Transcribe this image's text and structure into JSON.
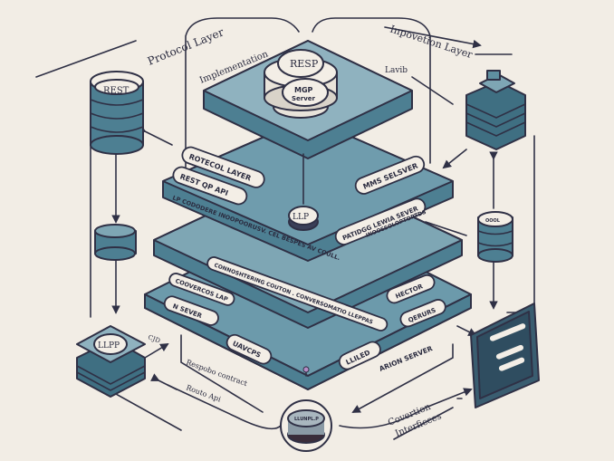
{
  "title_labels": {
    "protocol_layer": "Protocol Layer",
    "implementation": "Implementation",
    "inpovetion_layer": "Inpovetion Layer",
    "lavib": "Lavib"
  },
  "top_stack": {
    "resp": "RESP",
    "mgp_line1": "MGP",
    "mgp_line2": "Server"
  },
  "middle_slab": {
    "protocol_layer_pill": "ROTECOL LAYER",
    "rest_api_pill": "REST QP API",
    "mms_server_pill": "MMS SELSVER",
    "llp_node": "LLP",
    "lp_text": "LP CODODERE INOOPOORUSV. CEL BESPES AV COULL.",
    "protocol_server_pill": "PATIDGG LEWIA SEVER",
    "protocol_sub": "INOOSSOLOPTOPTDS"
  },
  "lower_slab": {
    "conv_pill": "CONNOSHTERING COUTON . CONVERSOMATIO LLEPPAS",
    "convert_lap": "COOVERCOS LAP",
    "n_server": "N SEVER",
    "hector": "HECTOR",
    "qerurs": "QERURS"
  },
  "bottom_slab": {
    "uavcps": "UAVCPS",
    "llied": "LLILED"
  },
  "left": {
    "rest": "REST",
    "llpp": "LLPP",
    "cjd": "CJD",
    "respo_contract": "Respobo contract",
    "route_api": "Routo Api"
  },
  "right": {
    "bottom_stack": "OOOL",
    "arion_server": "ARION SERVER",
    "conversion_interfaces_1": "Covertion",
    "conversion_interfaces_2": "Interficces"
  },
  "bottom": {
    "button_label": "LLUNPL.P"
  },
  "colors": {
    "background": "#f2ede5",
    "slab": "#5f8fa0",
    "slab_top": "#7fa7b5",
    "outline": "#2f3045",
    "label": "#f3eee6"
  }
}
